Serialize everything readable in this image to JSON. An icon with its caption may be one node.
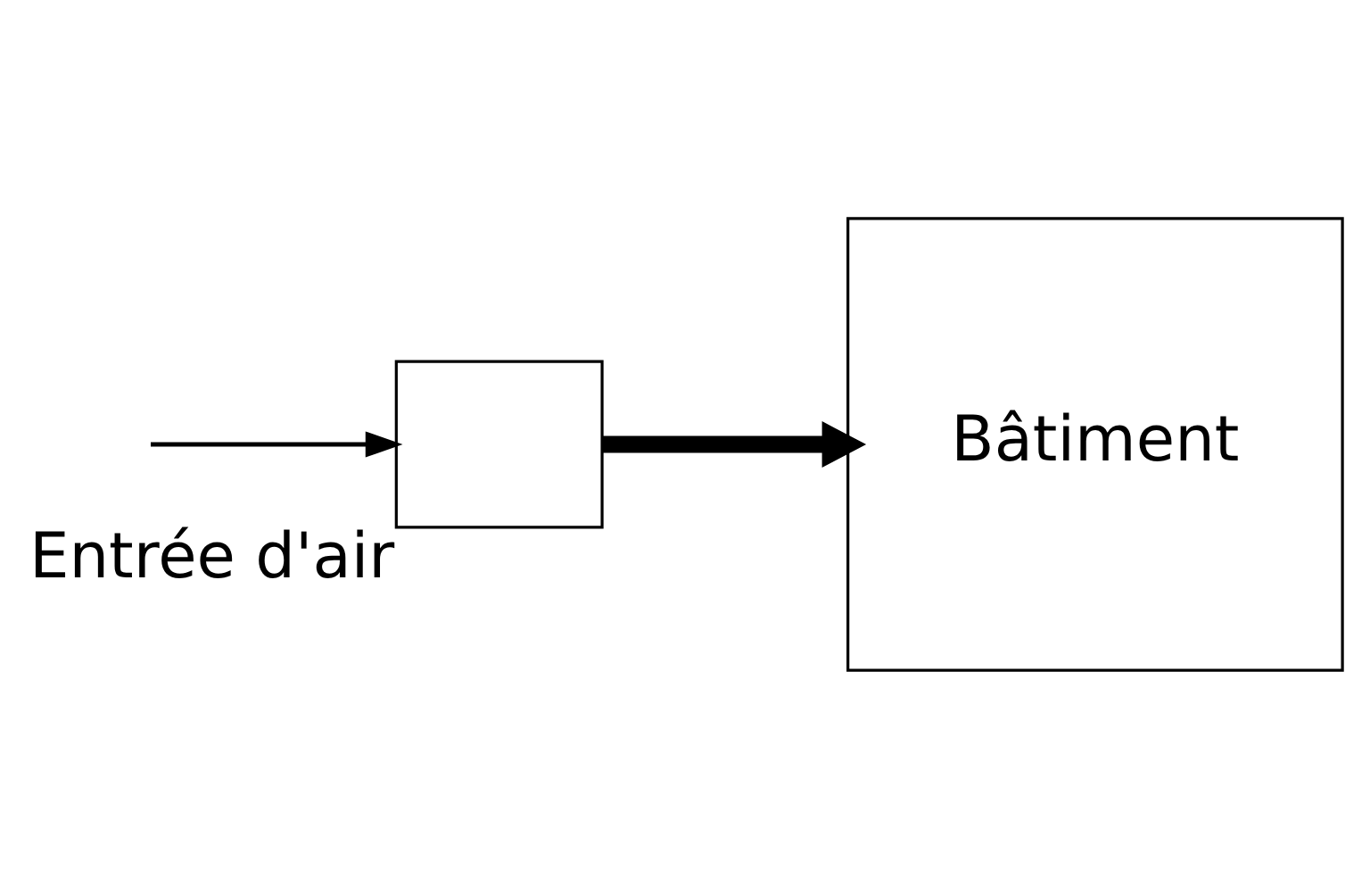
{
  "diagram": {
    "nodes": [
      {
        "text": [],
        "shape": "box",
        "beside": [
          "Entrée d'air"
        ]
      },
      {
        "text": [
          "Bâtiment"
        ]
      }
    ],
    "edges": [
      {
        "from": null,
        "to": 0,
        "arrow": "to"
      },
      {
        "from": 0,
        "to": 1,
        "arrow": "to",
        "style": "thick"
      }
    ]
  }
}
